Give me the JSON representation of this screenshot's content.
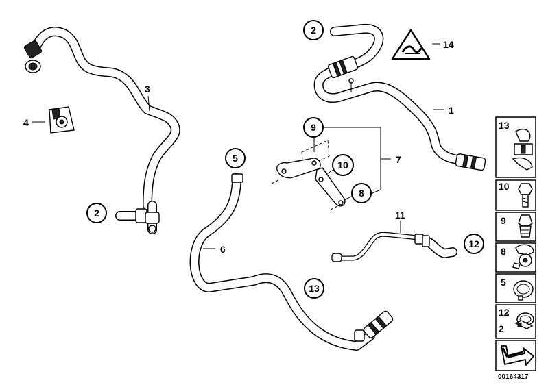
{
  "callouts": {
    "c2a": "2",
    "c5": "5",
    "c9": "9",
    "c10": "10",
    "c8": "8",
    "c12": "12",
    "c13": "13",
    "c2b": "2"
  },
  "labels": {
    "l3": "3",
    "l4": "4",
    "l6": "6",
    "l14": "14",
    "l1": "1",
    "l7": "7",
    "l11": "11"
  },
  "legend": {
    "items": [
      "13",
      "10",
      "9",
      "8",
      "5",
      "12",
      "2"
    ]
  },
  "diagram_code": "00164317"
}
